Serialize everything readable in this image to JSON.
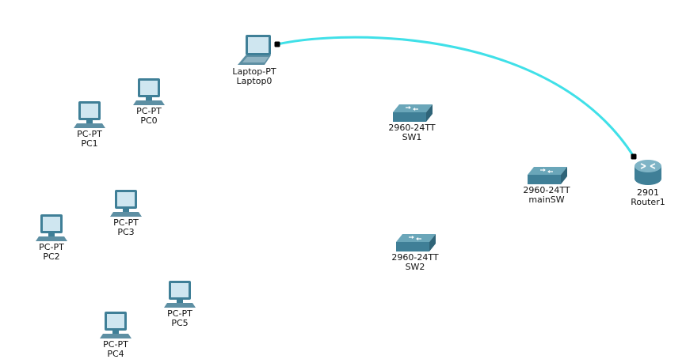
{
  "colors": {
    "canvas": "#ffffff",
    "cable": "#40e0e8",
    "port": "#000000",
    "device": "#3f7f97",
    "screen": "#cfe6f0"
  },
  "devices": {
    "laptop0": {
      "model": "Laptop-PT",
      "name": "Laptop0",
      "icon": "laptop-icon"
    },
    "pc0": {
      "model": "PC-PT",
      "name": "PC0",
      "icon": "pc-icon"
    },
    "pc1": {
      "model": "PC-PT",
      "name": "PC1",
      "icon": "pc-icon"
    },
    "pc2": {
      "model": "PC-PT",
      "name": "PC2",
      "icon": "pc-icon"
    },
    "pc3": {
      "model": "PC-PT",
      "name": "PC3",
      "icon": "pc-icon"
    },
    "pc4": {
      "model": "PC-PT",
      "name": "PC4",
      "icon": "pc-icon"
    },
    "pc5": {
      "model": "PC-PT",
      "name": "PC5",
      "icon": "pc-icon"
    },
    "sw1": {
      "model": "2960-24TT",
      "name": "SW1",
      "icon": "switch-icon"
    },
    "sw2": {
      "model": "2960-24TT",
      "name": "SW2",
      "icon": "switch-icon"
    },
    "mainsw": {
      "model": "2960-24TT",
      "name": "mainSW",
      "icon": "switch-icon"
    },
    "router1": {
      "model": "2901",
      "name": "Router1",
      "icon": "router-icon"
    }
  },
  "links": [
    {
      "from": "Laptop0",
      "to": "Router1",
      "type": "cable"
    }
  ]
}
